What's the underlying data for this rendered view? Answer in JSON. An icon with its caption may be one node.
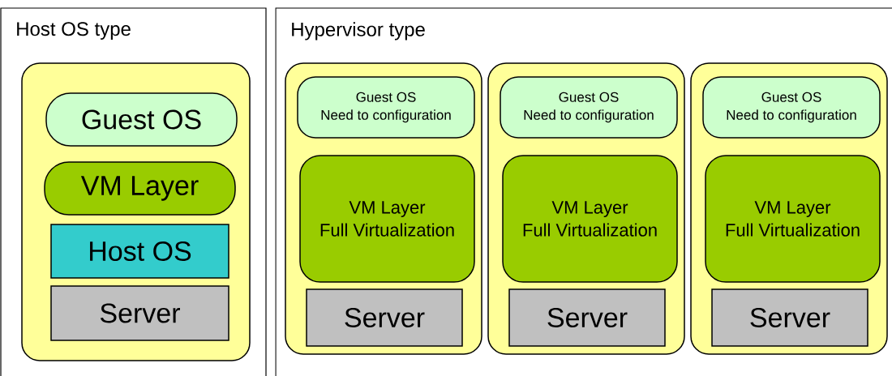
{
  "diagram": {
    "nodes": [
      {
        "text": [
          "Host OS type"
        ]
      },
      {
        "text": [],
        "shape": "box",
        "in": 0
      },
      {
        "text": [
          "Guest OS"
        ],
        "in": 1
      },
      {
        "text": [
          "VM Layer"
        ],
        "in": 1
      },
      {
        "text": [
          "Host OS"
        ],
        "in": 1
      },
      {
        "text": [
          "Server"
        ],
        "in": 1
      },
      {
        "text": [
          "Hypervisor type"
        ]
      },
      {
        "text": [],
        "shape": "box",
        "in": 6
      },
      {
        "text": [
          "Guest OS",
          "Need to configuration"
        ],
        "in": 7
      },
      {
        "text": [
          "VM Layer",
          "Full Virtualization"
        ],
        "in": 7
      },
      {
        "text": [
          "Server"
        ],
        "in": 7
      },
      {
        "text": [],
        "shape": "box",
        "in": 6
      },
      {
        "text": [
          "Guest OS",
          "Need to configuration"
        ],
        "in": 11
      },
      {
        "text": [
          "VM Layer",
          "Full Virtualization"
        ],
        "in": 11
      },
      {
        "text": [
          "Server"
        ],
        "in": 11
      },
      {
        "text": [],
        "shape": "box",
        "in": 6
      },
      {
        "text": [
          "Guest OS",
          "Need to configuration"
        ],
        "in": 15
      },
      {
        "text": [
          "VM Layer",
          "Full Virtualization"
        ],
        "in": 15
      },
      {
        "text": [
          "Server"
        ],
        "in": 15
      }
    ],
    "edges": []
  }
}
